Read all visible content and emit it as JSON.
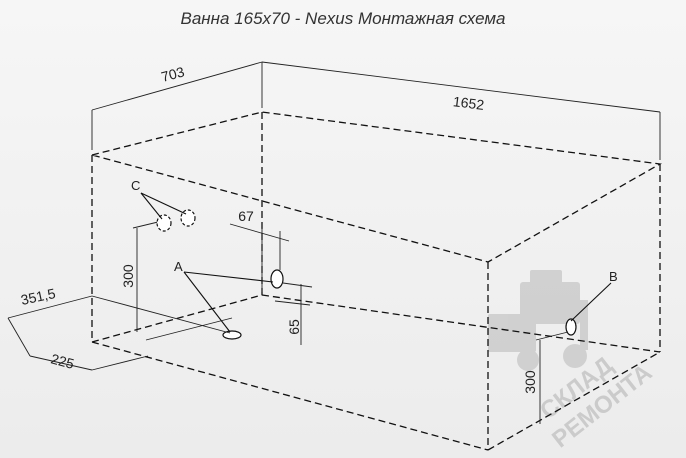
{
  "title": "Ванна 165x70 - Nexus Монтажная схема",
  "dimensions": {
    "width": "703",
    "length": "1652",
    "hole_offset_top": "67",
    "height_left": "300",
    "hole_height": "65",
    "left_offset": "351,5",
    "front_offset": "225",
    "height_right": "300"
  },
  "labels": {
    "a": "A",
    "b": "B",
    "c": "C"
  },
  "watermark": {
    "line1": "СКЛАД",
    "line2": "РЕМОНТА"
  }
}
